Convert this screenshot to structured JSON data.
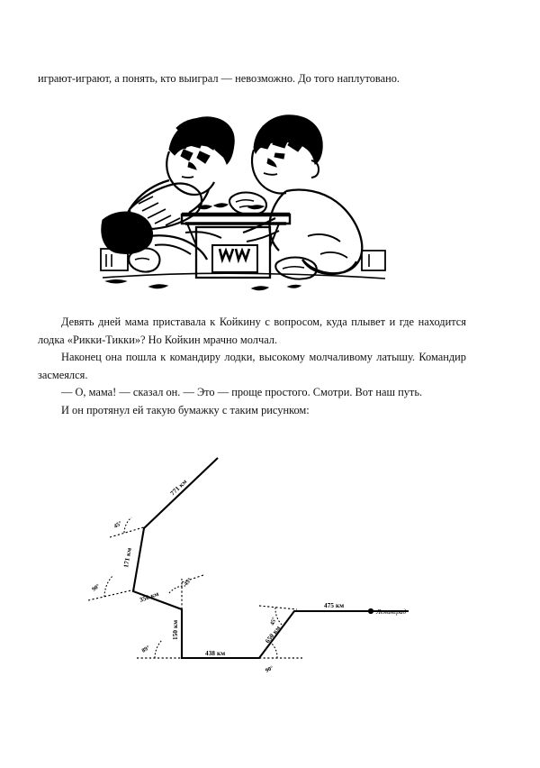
{
  "page": {
    "language": "ru",
    "background_color": "#ffffff",
    "ink_color": "#000000"
  },
  "body_top": {
    "paragraphs": [
      "играют-играют, а понять, кто выиграл — невозможно. До того наплутовано."
    ]
  },
  "illustration": {
    "caption": "",
    "alt_name": "two-boys-playing-board-game-ink-drawing"
  },
  "body_middle": {
    "paragraphs": [
      "Девять дней мама приставала к Койкину с вопросом, куда плывет и где находится лодка «Рикки-Тикки»? Но Койкин мрачно молчал.",
      "Наконец она пошла к командиру лодки, высокому молчаливому латышу. Командир засмеялся.",
      "— О, мама! — сказал он. — Это — проще простого. Смотри. Вот наш путь.",
      "И он протянул ей такую бумажку с таким рисунком:"
    ]
  },
  "diagram": {
    "type": "route-sketch",
    "destination_city": "Ленинград",
    "segments": [
      {
        "id": "seg-771",
        "label": "771 км"
      },
      {
        "id": "seg-171",
        "label": "171 км"
      },
      {
        "id": "seg-350",
        "label": "350 км"
      },
      {
        "id": "seg-150",
        "label": "150 км"
      },
      {
        "id": "seg-438",
        "label": "438 км"
      },
      {
        "id": "seg-650",
        "label": "650 км"
      },
      {
        "id": "seg-475",
        "label": "475 км"
      }
    ],
    "angles": [
      {
        "id": "ang-1",
        "label": "45°"
      },
      {
        "id": "ang-2",
        "label": "90°"
      },
      {
        "id": "ang-3",
        "label": "45°"
      },
      {
        "id": "ang-4",
        "label": "89°"
      },
      {
        "id": "ang-5",
        "label": "90°"
      },
      {
        "id": "ang-6",
        "label": "45°"
      }
    ]
  }
}
